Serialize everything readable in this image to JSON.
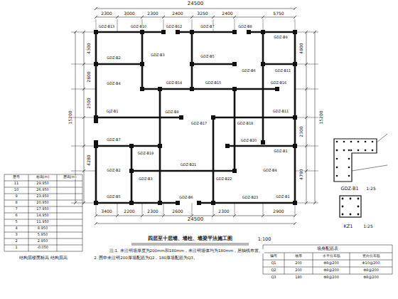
{
  "diagram": {
    "title": "四层至十层墙、墙柱、墙梁平法施工图",
    "labels": [
      "24500",
      "2300",
      "3000",
      "2300",
      "2400",
      "3250",
      "2400",
      "5750",
      "4300",
      "2800",
      "2500",
      "4280",
      "15200",
      "4800",
      "2300",
      "4790",
      "15200",
      "3400",
      "2200",
      "2300",
      "2600",
      "2300",
      "2900",
      "24500",
      "1:100",
      "注:1. 未注明墙厚度为200mm和180mm，未注明墙体均为180mm，居轴线布置。",
      "2. 图中未注明200厚墙配筋为Q2，180厚墙配筋为Q3。",
      "GDZ-B1",
      "1:25",
      "KZ1",
      "1:25",
      "层号",
      "标高(m)",
      "层高(m)",
      "11",
      "10",
      "9",
      "8",
      "7",
      "6",
      "5",
      "4",
      "3",
      "2",
      "1",
      "29.950",
      "26.950",
      "23.950",
      "20.950",
      "17.950",
      "14.950",
      "11.950",
      "8.950",
      "5.950",
      "2.950",
      "-0.050",
      "结构层楼面标高 结构层高",
      "墙身配筋表",
      "编号",
      "墙厚",
      "水平分布筋",
      "竖向分布筋",
      "Q1",
      "200",
      "Φ8@200",
      "Φ10@200",
      "Q2",
      "200",
      "Φ8@200",
      "Φ8@200",
      "Q3",
      "180",
      "Φ8@200",
      "Φ8@200",
      "GDZ-B13",
      "GDZ-B10",
      "GDZ-B12",
      "GDZ-B7",
      "GDZ-B8",
      "GDZ-B9",
      "GDZ-B2",
      "GDZ-B3",
      "GDZ-B5",
      "GDZ-B6",
      "GDZ-B11",
      "GDZ-B4",
      "GDZ-B14",
      "GDZ-B15",
      "GDZ-B16",
      "GJZ-B1",
      "GDZ-B8",
      "GDZ-B17",
      "GDZ-B18",
      "GDZ-B11",
      "GDZ-B7",
      "GDZ-B19",
      "GDZ-B20",
      "GDZ-B1",
      "GDZ-B2",
      "GDZ-B3",
      "GDZ-B21",
      "GDZ-B22",
      "GDZ-B4",
      "GDZ-B5",
      "GDZ-B6",
      "GDZ-B23",
      "GDZ-B1"
    ]
  }
}
